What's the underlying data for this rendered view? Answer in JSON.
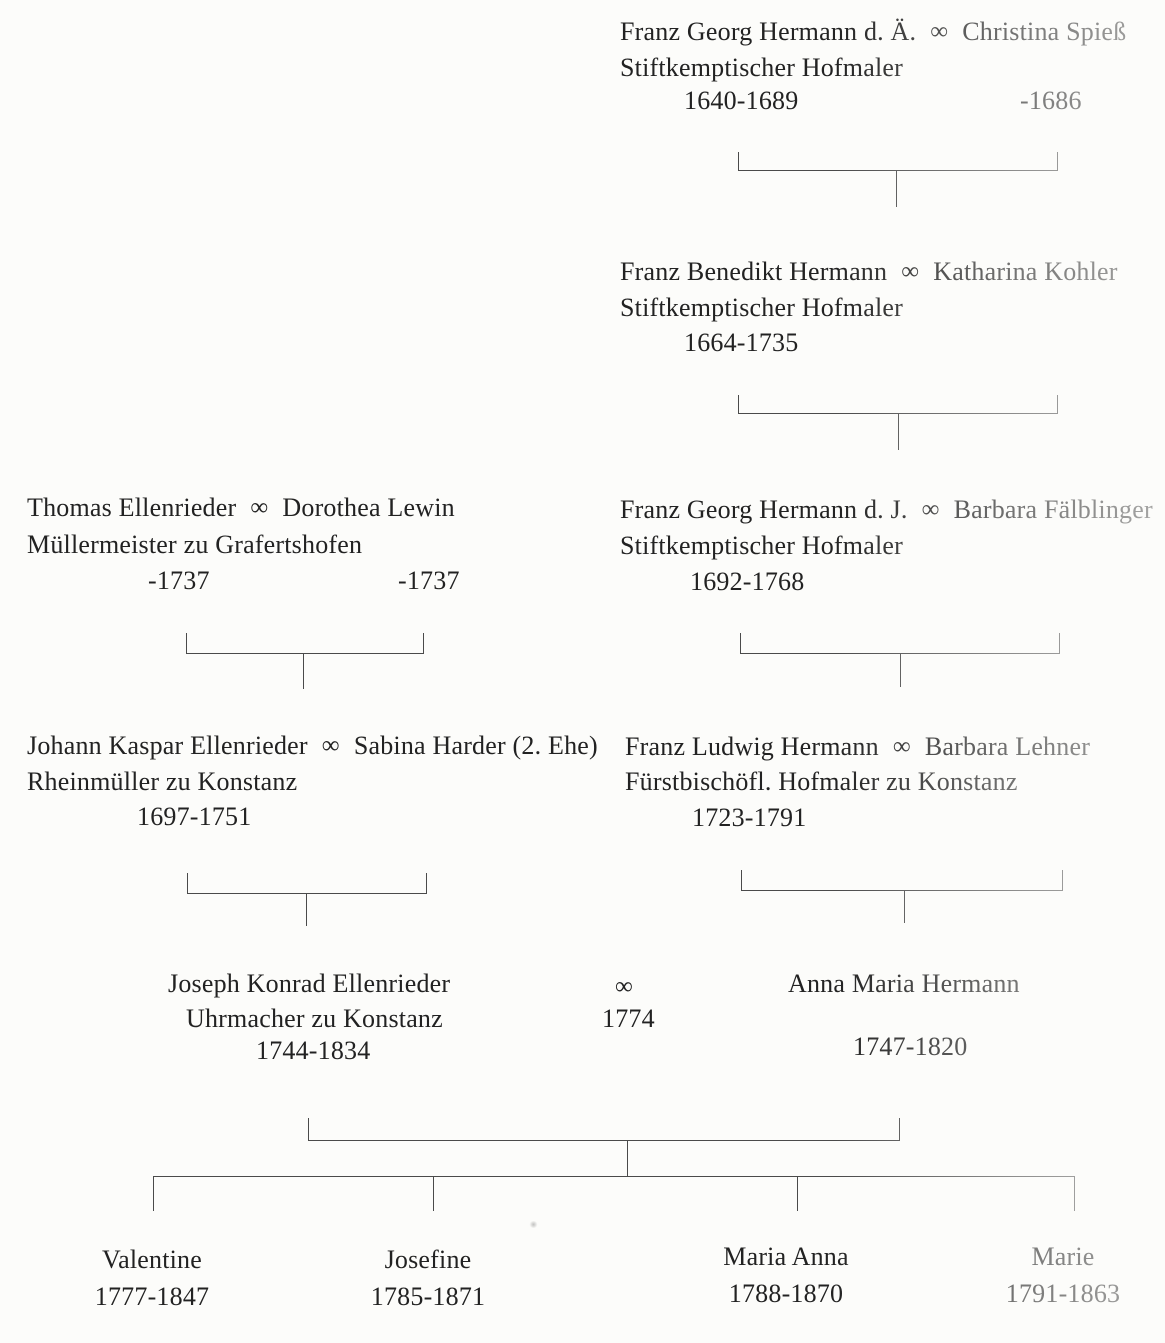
{
  "marriage_symbol": "∞",
  "couples": [
    {
      "name": "Franz Georg Hermann d. Ä.",
      "spouse": "Christina Spieß",
      "occupation": "Stiftkemptischer Hofmaler",
      "dates": "1640-1689",
      "spouse_dates": "-1686"
    },
    {
      "name": "Franz Benedikt Hermann",
      "spouse": "Katharina Kohler",
      "occupation": "Stiftkemptischer Hofmaler",
      "dates": "1664-1735"
    },
    {
      "name": "Franz Georg Hermann d. J.",
      "spouse": "Barbara Fälblinger",
      "occupation": "Stiftkemptischer Hofmaler",
      "dates": "1692-1768"
    },
    {
      "name": "Thomas Ellenrieder",
      "spouse": "Dorothea Lewin",
      "occupation": "Müllermeister zu Grafertshofen",
      "dates": "-1737",
      "spouse_dates": "-1737"
    },
    {
      "name": "Johann Kaspar Ellenrieder",
      "spouse": "Sabina Harder (2. Ehe)",
      "occupation": "Rheinmüller zu Konstanz",
      "dates": "1697-1751"
    },
    {
      "name": "Franz Ludwig Hermann",
      "spouse": "Barbara Lehner",
      "occupation": "Fürstbischöfl. Hofmaler zu Konstanz",
      "dates": "1723-1791"
    }
  ],
  "final_couple": {
    "husband_name": "Joseph Konrad Ellenrieder",
    "husband_occupation": "Uhrmacher zu Konstanz",
    "husband_dates": "1744-1834",
    "symbol": "∞",
    "year": "1774",
    "wife_name": "Anna Maria Hermann",
    "wife_dates": "1747-1820"
  },
  "children": [
    {
      "name": "Valentine",
      "dates": "1777-1847"
    },
    {
      "name": "Josefine",
      "dates": "1785-1871"
    },
    {
      "name": "Maria Anna",
      "dates": "1788-1870"
    },
    {
      "name": "Marie",
      "dates": "1791-1863"
    }
  ],
  "colors": {
    "paper": "#fcfcfa",
    "ink": "#222222",
    "line": "#4a4a4a"
  }
}
